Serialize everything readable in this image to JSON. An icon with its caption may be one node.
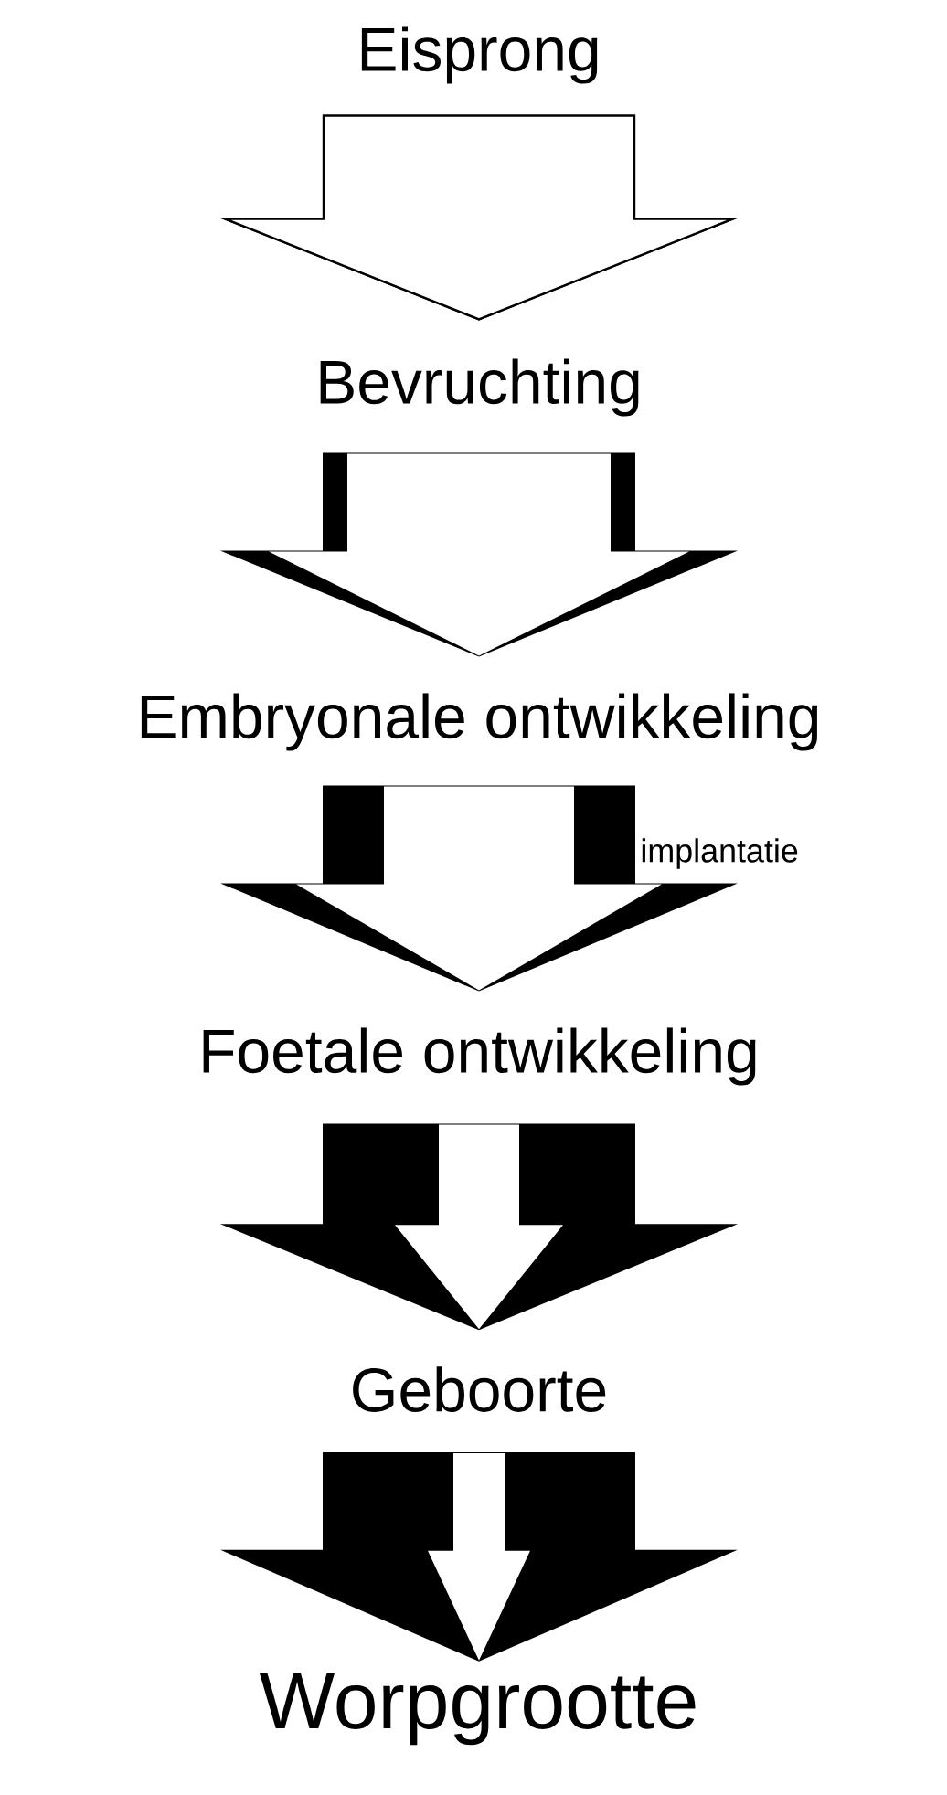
{
  "diagram": {
    "nodes": [
      {
        "text": [
          "Eisprong"
        ]
      },
      {
        "text": [
          "Bevruchting"
        ]
      },
      {
        "text": [
          "Embryonale ontwikkeling"
        ]
      },
      {
        "text": [
          "Foetale ontwikkeling"
        ]
      },
      {
        "text": [
          "Geboorte"
        ]
      },
      {
        "text": [
          "Worpgrootte"
        ]
      }
    ],
    "edges": [
      {
        "from": 0,
        "to": 1,
        "arrow": "to"
      },
      {
        "from": 1,
        "to": 2,
        "arrow": "to"
      },
      {
        "from": 2,
        "to": 3,
        "arrow": "to",
        "label": "implantatie"
      },
      {
        "from": 3,
        "to": 4,
        "arrow": "to"
      },
      {
        "from": 4,
        "to": 5,
        "arrow": "to"
      }
    ]
  }
}
